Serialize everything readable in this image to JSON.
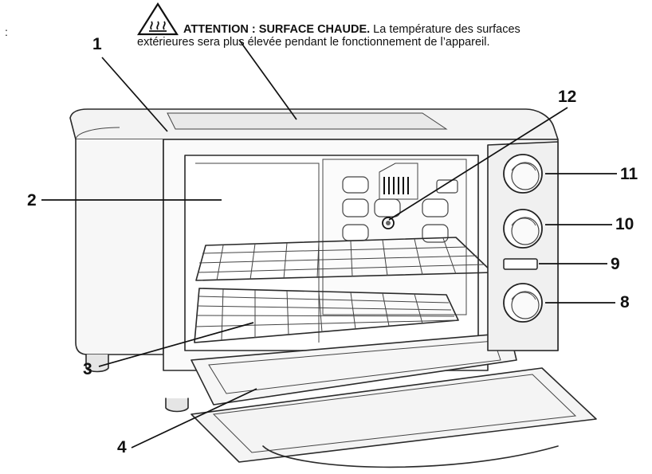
{
  "page": {
    "colon": ":"
  },
  "warning": {
    "label": "ATTENTION : SURFACE CHAUDE.",
    "text_line1": " La température des surfaces",
    "text_line2": "extérieures sera plus élevée pendant le fonctionnement de l’appareil.",
    "icon": "hot-surface-warning-icon"
  },
  "callouts": {
    "c1": "1",
    "c2": "2",
    "c3": "3",
    "c4": "4",
    "c8": "8",
    "c9": "9",
    "c10": "10",
    "c11": "11",
    "c12": "12"
  },
  "colors": {
    "line": "#2a2a2a",
    "panel": "#d9d9d9",
    "glass": "#e6e6e6",
    "background": "#ffffff"
  }
}
